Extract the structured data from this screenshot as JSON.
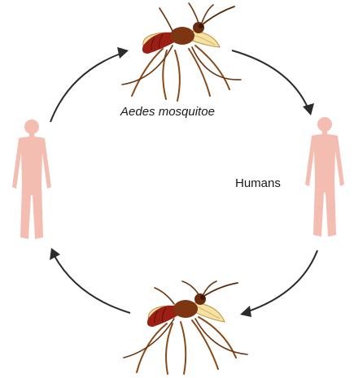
{
  "labels": {
    "mosquito": "Aedes mosquitoe",
    "humans": "Humans"
  },
  "colors": {
    "human_skin": "#f3bdb1",
    "arrow": "#2b2b2b",
    "mosquito_abdomen": "#9b1f14",
    "mosquito_wing": "#f6e2a3"
  },
  "cycle": {
    "nodes": [
      "mosquito-top",
      "human-right",
      "mosquito-bottom",
      "human-left"
    ],
    "direction": "clockwise"
  }
}
